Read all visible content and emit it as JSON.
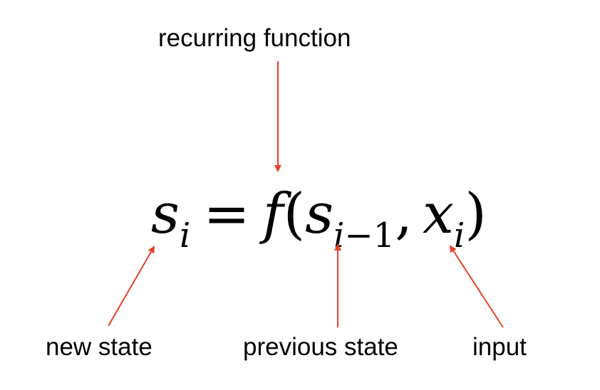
{
  "labels": {
    "top": "recurring function",
    "new_state": "new state",
    "previous_state": "previous state",
    "input": "input"
  },
  "equation": {
    "lhs_var": "s",
    "lhs_sub": "i",
    "equals": "=",
    "func": "f",
    "open_paren": "(",
    "arg1_var": "s",
    "arg1_sub_var": "i",
    "arg1_sub_op": "−",
    "arg1_sub_num": "1",
    "comma": ",",
    "arg2_var": "x",
    "arg2_sub": "i",
    "close_paren": ")"
  },
  "colors": {
    "arrow": "#e8402a",
    "text": "#000000"
  }
}
